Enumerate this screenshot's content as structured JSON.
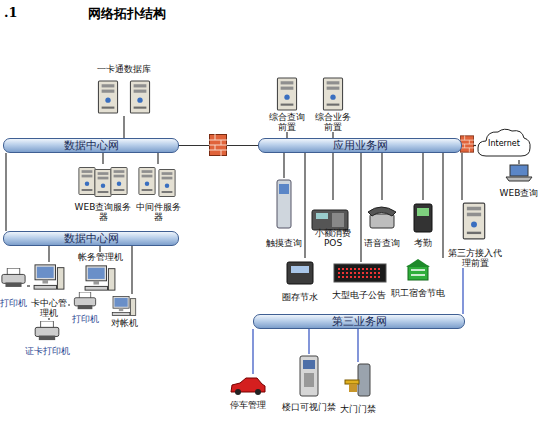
{
  "diagram": {
    "title": "网络拓扑结构",
    "nodes": [
      {
        "text": [
          "一卡通数据库"
        ]
      },
      {
        "text": [
          "数据中心网"
        ]
      },
      {
        "text": [
          "综合查询前置"
        ]
      },
      {
        "text": [
          "综合业务前置"
        ]
      },
      {
        "text": [
          "应用业务网"
        ]
      },
      {
        "text": [
          "WEB查询服务器"
        ]
      },
      {
        "text": [
          "中间件服务器"
        ]
      },
      {
        "text": [
          "数据中心网"
        ]
      },
      {
        "text": [
          "帐务管理机"
        ]
      },
      {
        "text": [
          "打印机"
        ]
      },
      {
        "text": [
          "卡中心管理机"
        ]
      },
      {
        "text": [
          "打印机"
        ]
      },
      {
        "text": [
          "对帐机"
        ]
      },
      {
        "text": [
          "证卡打印机"
        ]
      },
      {
        "text": [
          "触摸查询"
        ]
      },
      {
        "text": [
          "小额消费POS"
        ]
      },
      {
        "text": [
          "语音查询"
        ]
      },
      {
        "text": [
          "考勤"
        ]
      },
      {
        "text": [
          "第三方接入代理前置"
        ]
      },
      {
        "text": [
          "圈存节水"
        ]
      },
      {
        "text": [
          "大型电子公告"
        ]
      },
      {
        "text": [
          "职工宿舍节电"
        ]
      },
      {
        "text": [
          "第三业务网"
        ]
      },
      {
        "text": [
          "停车管理"
        ]
      },
      {
        "text": [
          "楼口可视门禁"
        ]
      },
      {
        "text": [
          "大门门禁"
        ]
      },
      {
        "text": [
          "Internet"
        ]
      },
      {
        "text": [
          "WEB查询"
        ]
      }
    ],
    "edges": [
      {
        "from": 0,
        "to": 1,
        "arrow": "none"
      },
      {
        "from": 1,
        "to": 4,
        "arrow": "none"
      },
      {
        "from": 2,
        "to": 4,
        "arrow": "none"
      },
      {
        "from": 3,
        "to": 4,
        "arrow": "none"
      },
      {
        "from": 1,
        "to": 5,
        "arrow": "none"
      },
      {
        "from": 1,
        "to": 6,
        "arrow": "none"
      },
      {
        "from": 1,
        "to": 7,
        "arrow": "none"
      },
      {
        "from": 7,
        "to": 8,
        "arrow": "none"
      },
      {
        "from": 7,
        "to": 10,
        "arrow": "none"
      },
      {
        "from": 7,
        "to": 12,
        "arrow": "none"
      },
      {
        "from": 10,
        "to": 9,
        "arrow": "none"
      },
      {
        "from": 10,
        "to": 11,
        "arrow": "none"
      },
      {
        "from": 10,
        "to": 13,
        "arrow": "none"
      },
      {
        "from": 4,
        "to": 14,
        "arrow": "none"
      },
      {
        "from": 4,
        "to": 15,
        "arrow": "none"
      },
      {
        "from": 4,
        "to": 16,
        "arrow": "none"
      },
      {
        "from": 4,
        "to": 17,
        "arrow": "none"
      },
      {
        "from": 4,
        "to": 18,
        "arrow": "none"
      },
      {
        "from": 4,
        "to": 19,
        "arrow": "none"
      },
      {
        "from": 4,
        "to": 20,
        "arrow": "none"
      },
      {
        "from": 4,
        "to": 21,
        "arrow": "none"
      },
      {
        "from": 18,
        "to": 22,
        "arrow": "none"
      },
      {
        "from": 22,
        "to": 23,
        "arrow": "none"
      },
      {
        "from": 22,
        "to": 24,
        "arrow": "none"
      },
      {
        "from": 22,
        "to": 25,
        "arrow": "none"
      },
      {
        "from": 4,
        "to": 26,
        "arrow": "none"
      },
      {
        "from": 26,
        "to": 27,
        "arrow": "none"
      }
    ],
    "labels": [
      ".1"
    ]
  }
}
